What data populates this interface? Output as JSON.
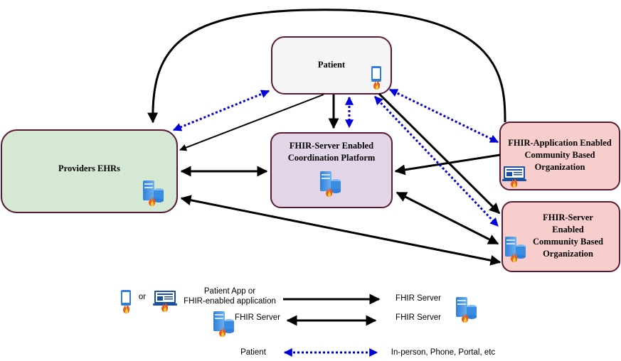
{
  "nodes": {
    "patient": "Patient",
    "providers": "Providers EHRs",
    "coordination": "FHIR-Server Enabled\nCoordination Platform",
    "cbo_app": "FHIR-Application Enabled\nCommunity Based\nOrganization",
    "cbo_server": "FHIR-Server\nEnabled\nCommunity Based\nOrganization"
  },
  "legend": {
    "or": "or",
    "app_label": "Patient App or\nFHIR-enabled application",
    "server_label_right_1": "FHIR Server",
    "server_label_left": "FHIR Server",
    "server_label_right_2": "FHIR Server",
    "patient_label": "Patient",
    "inperson_label": "In-person, Phone, Portal, etc"
  },
  "colors": {
    "patient_fill": "#f5f5f5",
    "providers_fill": "#d5e8d4",
    "coordination_fill": "#e1d5e7",
    "cbo_fill": "#f8cecc",
    "border": "#5a1a36",
    "dotted_arrow": "#0000dd",
    "solid_arrow": "#000000"
  }
}
